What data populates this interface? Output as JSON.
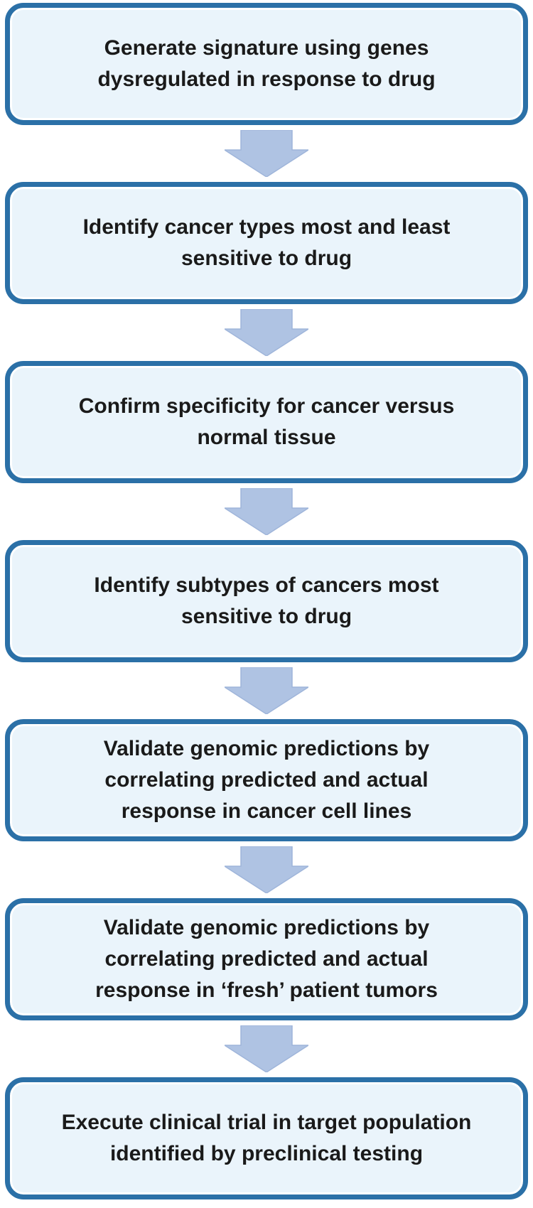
{
  "diagram": {
    "type": "flowchart",
    "direction": "top-down",
    "connector_icon": "down-block-arrow",
    "colors": {
      "box_fill": "#eaf4fb",
      "box_border": "#2b70a7",
      "arrow_fill": "#afc3e3",
      "arrow_border": "#9fb5da",
      "text": "#1a1a1a",
      "background": "#ffffff"
    },
    "steps": [
      {
        "id": 1,
        "label": "Generate signature using genes\ndysregulated in response to drug"
      },
      {
        "id": 2,
        "label": "Identify cancer types most and least\nsensitive to drug"
      },
      {
        "id": 3,
        "label": "Confirm specificity for cancer versus\nnormal tissue"
      },
      {
        "id": 4,
        "label": "Identify subtypes of cancers most\nsensitive to drug"
      },
      {
        "id": 5,
        "label": "Validate genomic predictions by\ncorrelating predicted and actual\nresponse in cancer cell lines"
      },
      {
        "id": 6,
        "label": "Validate genomic predictions by\ncorrelating predicted and actual\nresponse in ‘fresh’ patient tumors"
      },
      {
        "id": 7,
        "label": "Execute clinical trial in target population\nidentified by preclinical testing"
      }
    ]
  }
}
